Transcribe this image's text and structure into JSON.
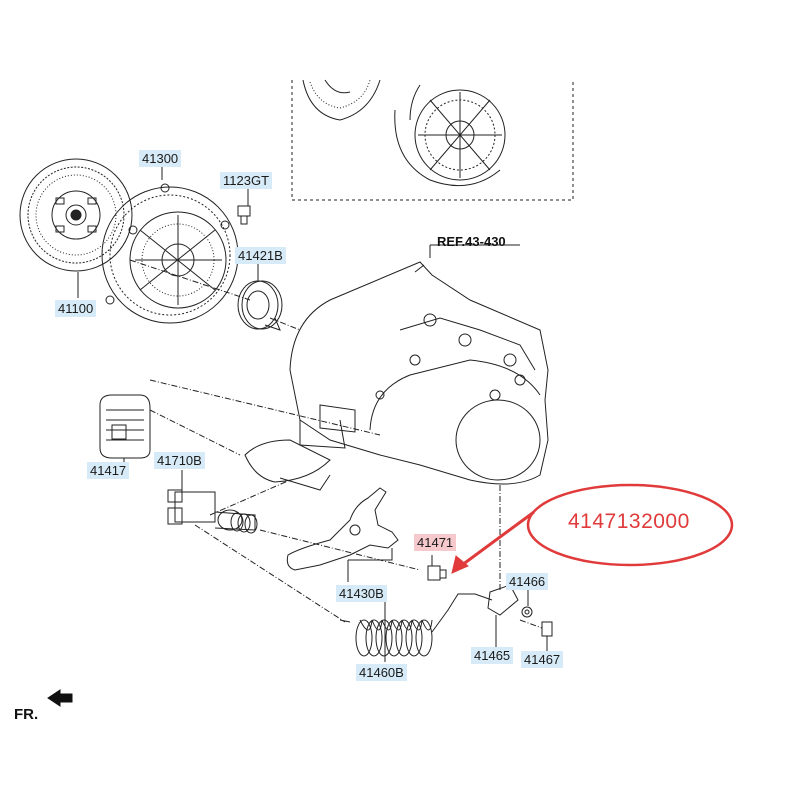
{
  "reference": "REF.43-430",
  "front_indicator": "FR.",
  "callout": {
    "part_number": "4147132000",
    "highlight_color": "#e03a3a"
  },
  "colors": {
    "label_bg": "#d6ebf7",
    "highlight_label_bg": "#f6c9cd",
    "line": "#222222"
  },
  "parts": {
    "clutch_disc": "41100",
    "clutch_cover": "41300",
    "bolt": "1123GT",
    "release_bearing": "41421B",
    "boot": "41417",
    "release_cylinder": "41710B",
    "release_fork": "41430B",
    "fitting": "41471",
    "bracket_clip": "41466",
    "bracket": "41465",
    "nut": "41467",
    "hose": "41460B"
  }
}
